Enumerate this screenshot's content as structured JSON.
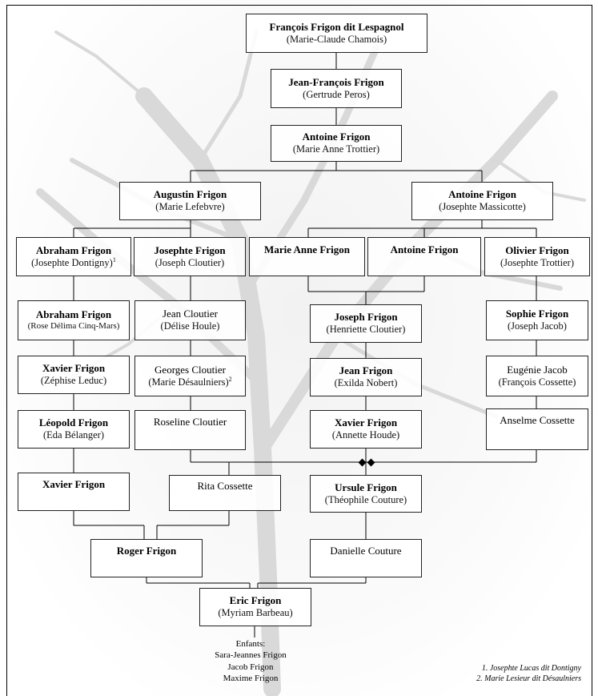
{
  "boxes": {
    "b1": {
      "name": "François Frigon dit Lespagnol",
      "spouse": "(Marie-Claude Chamois)"
    },
    "b2": {
      "name": "Jean-François Frigon",
      "spouse": "(Gertrude Peros)"
    },
    "b3": {
      "name": "Antoine Frigon",
      "spouse": "(Marie Anne Trottier)"
    },
    "b4": {
      "name": "Augustin Frigon",
      "spouse": "(Marie Lefebvre)"
    },
    "b5": {
      "name": "Antoine Frigon",
      "spouse": "(Josephte Massicotte)"
    },
    "b6": {
      "name": "Abraham Frigon",
      "spouse": "(Josephte Dontigny)",
      "sup": "1"
    },
    "b7": {
      "name": "Josephte Frigon",
      "spouse": "(Joseph Cloutier)"
    },
    "b8": {
      "name": "Marie Anne Frigon"
    },
    "b9": {
      "name": "Antoine Frigon"
    },
    "b10": {
      "name": "Olivier Frigon",
      "spouse": "(Josephte Trottier)"
    },
    "b11": {
      "name": "Abraham Frigon",
      "spouse": "(Rose Délima Cinq-Mars)"
    },
    "b12": {
      "name": "Jean Cloutier",
      "spouse": "(Délise Houle)"
    },
    "b13": {
      "name": "Joseph Frigon",
      "spouse": "(Henriette Cloutier)"
    },
    "b14": {
      "name": "Sophie Frigon",
      "spouse": "(Joseph Jacob)"
    },
    "b15": {
      "name": "Xavier Frigon",
      "spouse": "(Zéphise Leduc)"
    },
    "b16": {
      "name": "Georges Cloutier",
      "spouse": "(Marie Désaulniers)",
      "sup": "2"
    },
    "b17": {
      "name": "Jean Frigon",
      "spouse": "(Exilda Nobert)"
    },
    "b18": {
      "name": "Eugénie Jacob",
      "spouse": "(François Cossette)"
    },
    "b19": {
      "name": "Léopold Frigon",
      "spouse": "(Eda Bélanger)"
    },
    "b20": {
      "name": "Roseline Cloutier"
    },
    "b21": {
      "name": "Xavier Frigon",
      "spouse": "(Annette Houde)"
    },
    "b22": {
      "name": "Anselme Cossette"
    },
    "b23": {
      "name": "Xavier Frigon"
    },
    "b24": {
      "name": "Rita Cossette"
    },
    "b25": {
      "name": "Ursule Frigon",
      "spouse": "(Théophile Couture)"
    },
    "b26": {
      "name": "Roger Frigon"
    },
    "b27": {
      "name": "Danielle Couture"
    },
    "b28": {
      "name": "Eric Frigon",
      "spouse": "(Myriam Barbeau)"
    }
  },
  "children": {
    "heading": "Enfants:",
    "names": [
      "Sara-Jeannes Frigon",
      "Jacob Frigon",
      "Maxime Frigon"
    ]
  },
  "footnotes": [
    "1. Josephte Lucas dit Dontigny",
    "2. Marie Lesieur dit Désaulniers"
  ]
}
